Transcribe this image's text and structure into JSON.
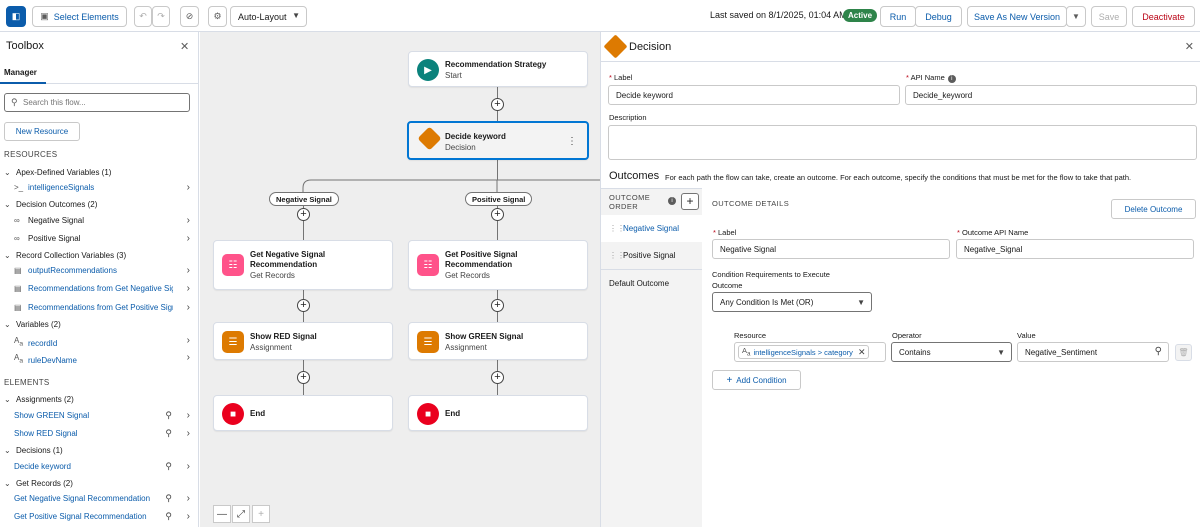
{
  "toolbar": {
    "select_elements": "Select Elements",
    "layout": "Auto-Layout",
    "last_saved": "Last saved on 8/1/2025, 01:04 AM",
    "status": "Active",
    "run": "Run",
    "debug": "Debug",
    "save_as_new_version": "Save As New Version",
    "save": "Save",
    "deactivate": "Deactivate"
  },
  "toolbox": {
    "title": "Toolbox",
    "tab": "Manager",
    "search_placeholder": "Search this flow...",
    "new_resource": "New Resource",
    "resources_heading": "RESOURCES",
    "elements_heading": "ELEMENTS",
    "resource_groups": [
      {
        "label": "Apex-Defined Variables (1)",
        "items": [
          "intelligenceSignals"
        ]
      },
      {
        "label": "Decision Outcomes (2)",
        "items": [
          "Negative Signal",
          "Positive Signal"
        ]
      },
      {
        "label": "Record Collection Variables (3)",
        "items": [
          "outputRecommendations",
          "Recommendations from Get Negative Signal Recommendation",
          "Recommendations from Get Positive Signal Recommendation"
        ]
      },
      {
        "label": "Variables (2)",
        "items": [
          "recordId",
          "ruleDevName"
        ]
      }
    ],
    "element_groups": [
      {
        "label": "Assignments (2)",
        "items": [
          "Show GREEN Signal",
          "Show RED Signal"
        ]
      },
      {
        "label": "Decisions (1)",
        "items": [
          "Decide keyword"
        ]
      },
      {
        "label": "Get Records (2)",
        "items": [
          "Get Negative Signal Recommendation",
          "Get Positive Signal Recommendation"
        ]
      }
    ]
  },
  "canvas": {
    "start": {
      "title": "Recommendation Strategy",
      "sub": "Start"
    },
    "decision": {
      "title": "Decide keyword",
      "sub": "Decision"
    },
    "neg_pill": "Negative Signal",
    "pos_pill": "Positive Signal",
    "get_neg": {
      "title": "Get Negative Signal Recommendation",
      "sub": "Get Records"
    },
    "get_pos": {
      "title": "Get Positive Signal Recommendation",
      "sub": "Get Records"
    },
    "assign_red": {
      "title": "Show RED Signal",
      "sub": "Assignment"
    },
    "assign_green": {
      "title": "Show GREEN Signal",
      "sub": "Assignment"
    },
    "end_label": "End",
    "colors": {
      "start": "#0b827c",
      "decision": "#dd7a01",
      "get_records": "#ff538a",
      "assignment": "#dd7a01",
      "end": "#ea001e"
    }
  },
  "panel": {
    "title": "Decision",
    "label_label": "Label",
    "label_value": "Decide keyword",
    "api_label": "API Name",
    "api_value": "Decide_keyword",
    "description_label": "Description",
    "description_value": "",
    "outcomes_title": "Outcomes",
    "outcomes_desc": "For each path the flow can take, create an outcome. For each outcome, specify the conditions that must be met for the flow to take that path.",
    "outcome_order": "OUTCOME ORDER",
    "outcomes": [
      "Negative Signal",
      "Positive Signal"
    ],
    "default_outcome": "Default Outcome",
    "outcome_details": "OUTCOME DETAILS",
    "delete_outcome": "Delete Outcome",
    "o_label_label": "Label",
    "o_label_value": "Negative Signal",
    "o_api_label": "Outcome API Name",
    "o_api_value": "Negative_Signal",
    "cond_req_label": "Condition Requirements to Execute Outcome",
    "cond_req_value": "Any Condition Is Met (OR)",
    "resource_label": "Resource",
    "resource_value": "intelligenceSignals > category",
    "operator_label": "Operator",
    "operator_value": "Contains",
    "value_label": "Value",
    "value_value": "Negative_Sentiment",
    "add_condition": "Add Condition"
  }
}
